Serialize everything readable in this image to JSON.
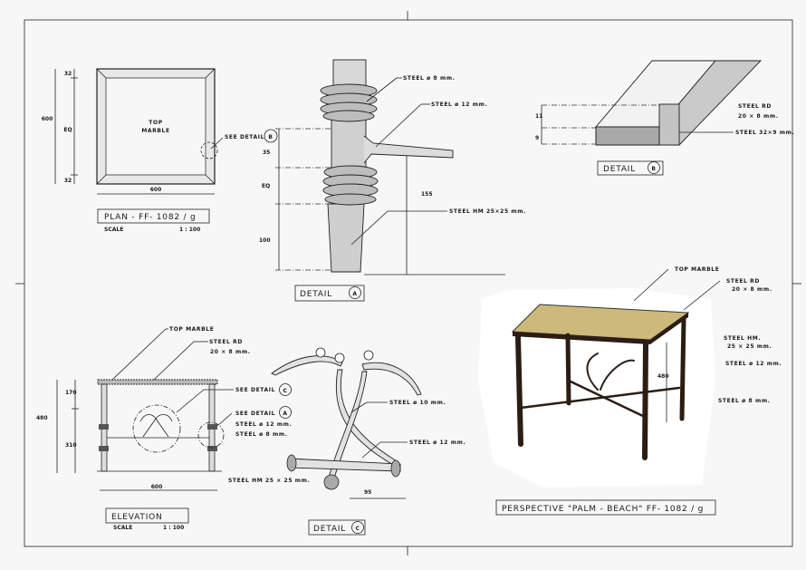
{
  "plan": {
    "center_label_1": "TOP",
    "center_label_2": "MARBLE",
    "see_detail": "SEE DETAIL",
    "see_detail_ref": "B",
    "dim_height": "600",
    "dim_eq": "EQ",
    "dim_top": "32",
    "dim_bottom": "32",
    "dim_width": "600",
    "title": "PLAN  -  FF- 1082 / g",
    "scale_label": "SCALE",
    "scale_value": "1 : 100"
  },
  "detail_a": {
    "steel_8": "STEEL ø 8 mm.",
    "steel_12": "STEEL ø 12 mm.",
    "steel_hm": "STEEL HM  25×25 mm.",
    "dim_155": "155",
    "dim_35": "35",
    "dim_eq": "EQ",
    "dim_100": "100",
    "title": "DETAIL",
    "ref": "A"
  },
  "detail_b": {
    "steel_rd_1": "STEEL RD",
    "steel_rd_2": "20 × 8 mm.",
    "steel_32": "STEEL 32×9 mm.",
    "dim_11": "11",
    "dim_9": "9",
    "title": "DETAIL",
    "ref": "B"
  },
  "perspective": {
    "top_marble": "TOP MARBLE",
    "steel_rd_1": "STEEL RD",
    "steel_rd_2": "20 × 8 mm.",
    "steel_hm_1": "STEEL HM.",
    "steel_hm_2": "25 × 25 mm.",
    "steel_12": "STEEL ø 12 mm.",
    "steel_8": "STEEL ø 8 mm.",
    "dim_480": "480",
    "title": "PERSPECTIVE   \"PALM - BEACH\"   FF- 1082 / g",
    "marble_color": "#cdb979",
    "iron_color": "#2b1d14"
  },
  "elevation": {
    "top_marble": "TOP MARBLE",
    "steel_rd_1": "STEEL RD",
    "steel_rd_2": "20 × 8 mm.",
    "see_detail_c": "SEE DETAIL",
    "ref_c": "C",
    "see_detail_a": "SEE DETAIL",
    "ref_a": "A",
    "steel_12": "STEEL ø 12 mm.",
    "steel_8": "STEEL ø 8 mm.",
    "steel_hm": "STEEL HM  25 × 25 mm.",
    "dim_480": "480",
    "dim_170": "170",
    "dim_310": "310",
    "dim_600": "600",
    "title": "ELEVATION",
    "scale_label": "SCALE",
    "scale_value": "1 : 100"
  },
  "detail_c": {
    "steel_10": "STEEL ø 10 mm.",
    "steel_12": "STEEL ø 12 mm.",
    "dim_95": "95",
    "title": "DETAIL",
    "ref": "C"
  }
}
